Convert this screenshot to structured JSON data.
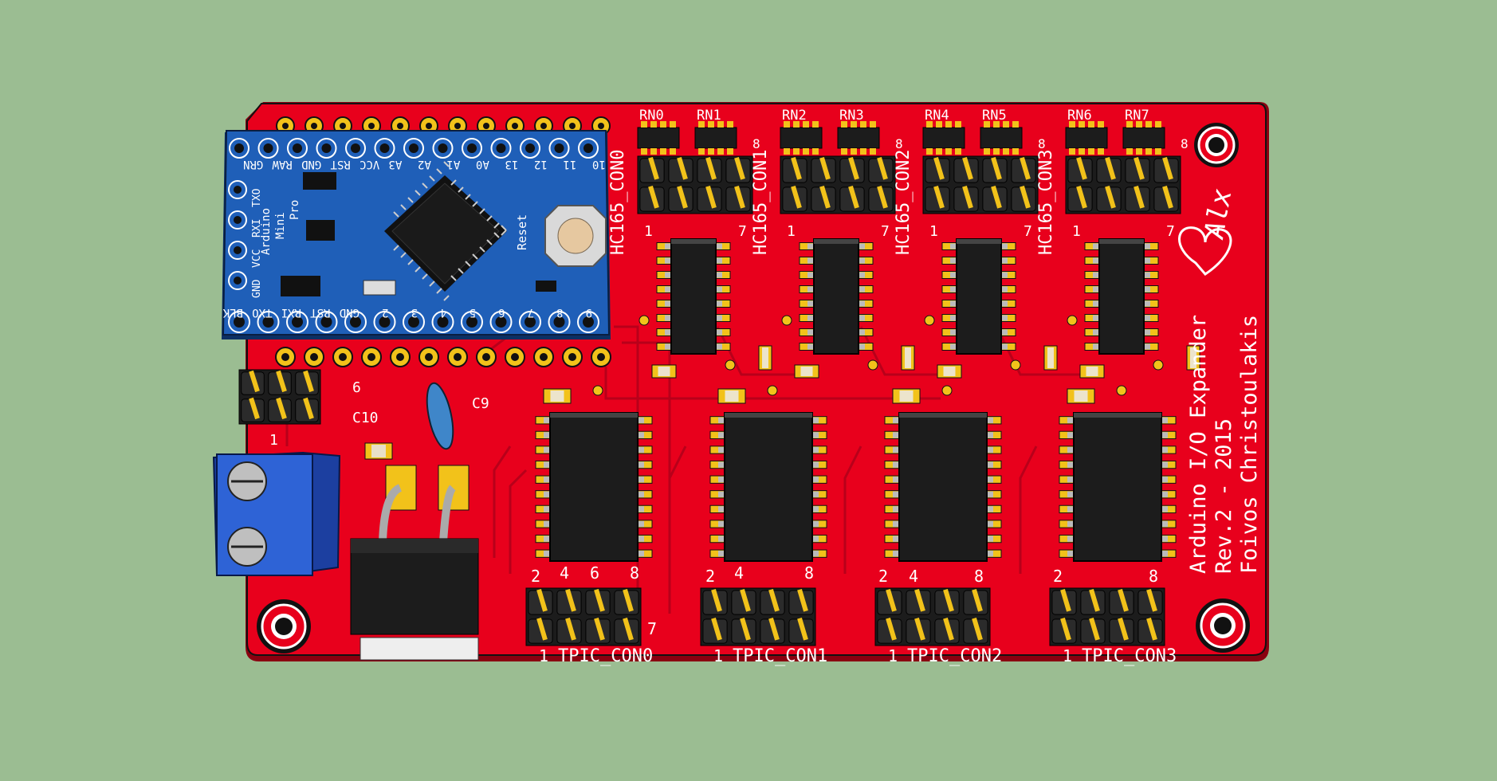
{
  "colors": {
    "background": "#9bbd92",
    "pcb": "#e8001c",
    "pcb_dark": "#b50016",
    "silkscreen": "#ffffff",
    "pad_gold": "#f2c21a",
    "ic_body": "#1c1c1c",
    "arduino_blue": "#1f5fb8",
    "terminal_blue": "#2e63d6"
  },
  "board": {
    "title_lines": [
      "Arduino I/O Expander",
      "Rev.2 - 2015",
      "Foivos Christoulakis"
    ],
    "signature": "Alx",
    "resistor_networks": [
      "RN0",
      "RN1",
      "RN2",
      "RN3",
      "RN4",
      "RN5",
      "RN6",
      "RN7"
    ],
    "hc165_connectors": [
      "HC165_CON0",
      "HC165_CON1",
      "HC165_CON2",
      "HC165_CON3"
    ],
    "tpic_connectors": [
      "TPIC_CON0",
      "TPIC_CON1",
      "TPIC_CON2",
      "TPIC_CON3"
    ],
    "hc_pin_marks": [
      "1",
      "7",
      "8"
    ],
    "tpic_pin_marks": [
      "1",
      "2",
      "4",
      "6",
      "8",
      "7"
    ],
    "capacitors": [
      "C9",
      "C10"
    ],
    "misc_marks": [
      "6",
      "1"
    ]
  },
  "arduino": {
    "name_lines": [
      "Arduino",
      "Mini",
      "Pro"
    ],
    "top_pins": [
      "GRN",
      "RAW",
      "GND",
      "RST",
      "VCC",
      "A3",
      "A2",
      "A1",
      "A0",
      "13",
      "12",
      "11",
      "10"
    ],
    "bottom_pins": [
      "BLK",
      "TXO",
      "RXI",
      "RST",
      "GND",
      "2",
      "3",
      "4",
      "5",
      "6",
      "7",
      "8",
      "9"
    ],
    "left_pins": [
      "TXO",
      "RXI",
      "VCC",
      "GND"
    ],
    "reset_label": "Reset"
  },
  "icons": [
    "pcb-board",
    "microcontroller-chip",
    "terminal-block-icon",
    "regulator-icon",
    "heart-signature-icon"
  ]
}
